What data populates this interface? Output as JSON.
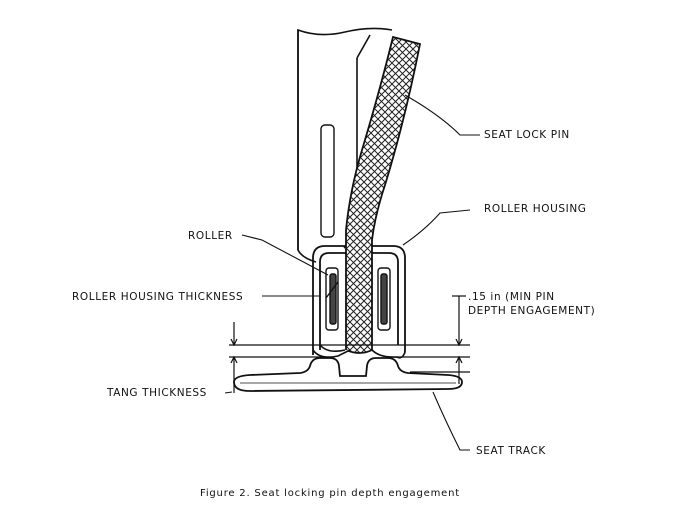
{
  "diagram": {
    "labels": {
      "seat_lock_pin": "SEAT LOCK PIN",
      "roller_housing": "ROLLER HOUSING",
      "roller": "ROLLER",
      "roller_housing_thickness": "ROLLER HOUSING THICKNESS",
      "min_pin_line1": ".15 in (MIN PIN",
      "min_pin_line2": "DEPTH ENGAGEMENT)",
      "tang_thickness": "TANG THICKNESS",
      "seat_track": "SEAT TRACK"
    },
    "caption": "Figure 2. Seat locking pin depth engagement"
  }
}
